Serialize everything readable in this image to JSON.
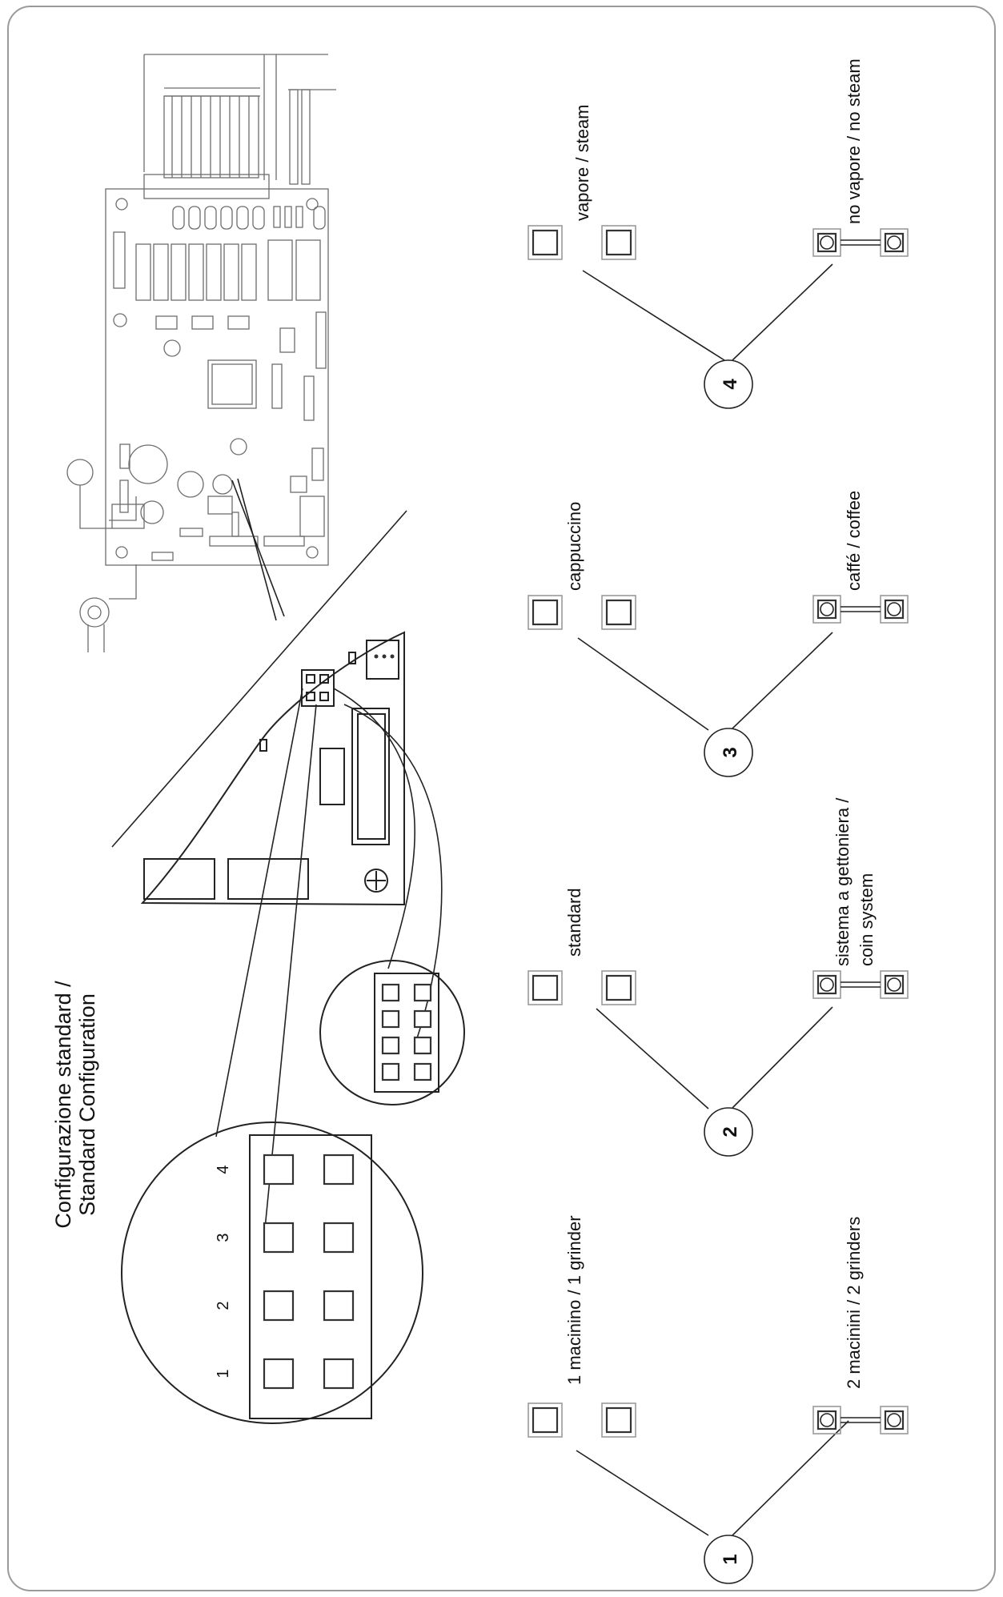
{
  "title": {
    "line1": "Configurazione standard /",
    "line2": "Standard Configuration"
  },
  "header_numbers": [
    "1",
    "2",
    "3",
    "4"
  ],
  "jumpers": [
    {
      "number": "1",
      "open_label": "1 macinino / 1 grinder",
      "closed_label": "2 macinini / 2 grinders",
      "closed_label_2": ""
    },
    {
      "number": "2",
      "open_label": "standard",
      "closed_label": "sistema a gettoniera /",
      "closed_label_2": "coin system"
    },
    {
      "number": "3",
      "open_label": "cappuccino",
      "closed_label": "caffé / coffee",
      "closed_label_2": ""
    },
    {
      "number": "4",
      "open_label": "vapore / steam",
      "closed_label": "no vapore / no steam",
      "closed_label_2": ""
    }
  ],
  "colors": {
    "line": "#222222",
    "board": "#6d6d6d",
    "frame": "#9a9a9a"
  }
}
